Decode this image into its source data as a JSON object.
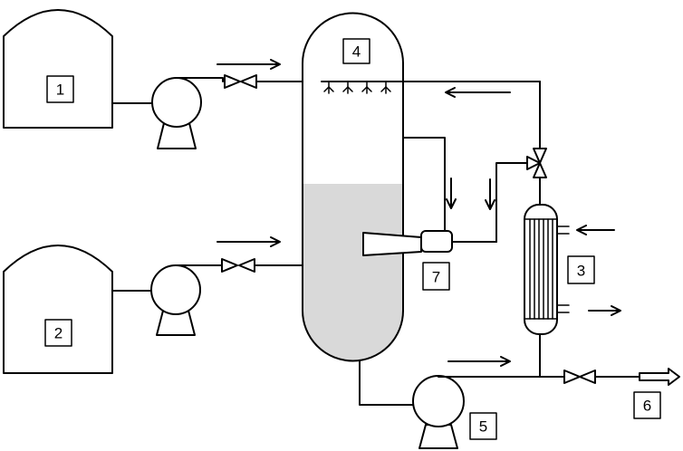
{
  "labels": {
    "tank_1": "1",
    "tank_2": "2",
    "heat_exchanger": "3",
    "column": "4",
    "pump": "5",
    "product_outlet": "6",
    "ejector": "7"
  },
  "colors": {
    "line": "#000000",
    "liquid": "#d9d9d9",
    "background": "#ffffff"
  }
}
